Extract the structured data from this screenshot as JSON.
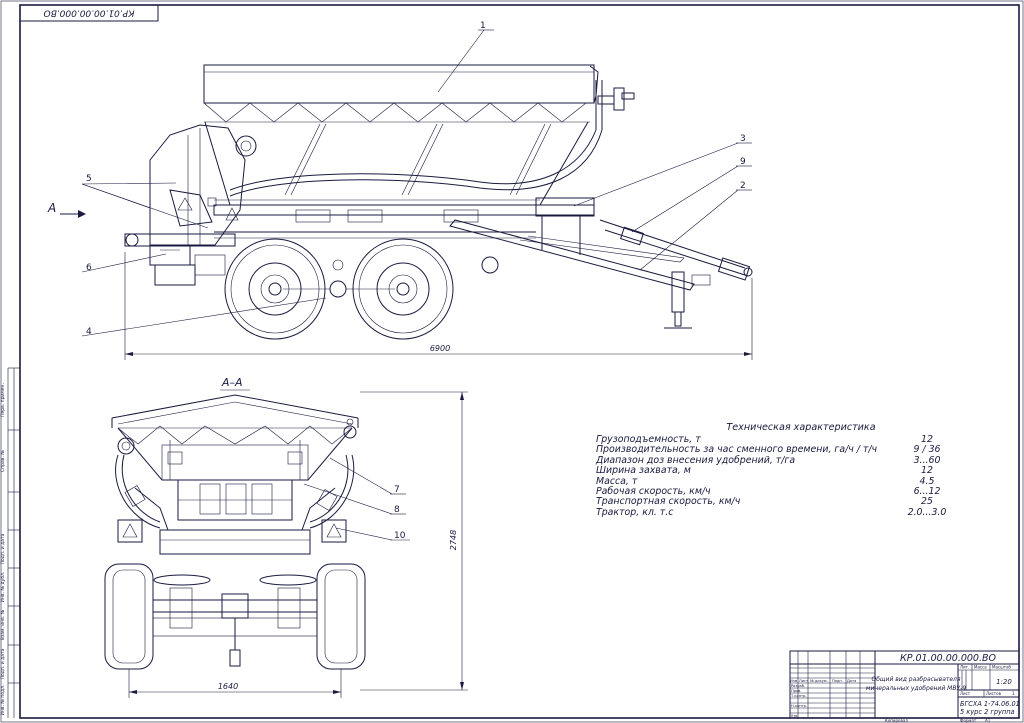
{
  "drawing": {
    "corner_code": "КР.01.00.00.000.ВО",
    "section_arrow_label": "А",
    "section_title": "А–А",
    "leaders": [
      "1",
      "2",
      "3",
      "4",
      "5",
      "6",
      "7",
      "8",
      "9",
      "10"
    ],
    "dimensions": {
      "overall_length": "6900",
      "height": "2748",
      "track": "1640"
    }
  },
  "spec": {
    "title": "Техническая характеристика",
    "rows": [
      {
        "label": "Грузоподъемность, т",
        "value": "12"
      },
      {
        "label": "Производительность за час сменного времени, га/ч / т/ч",
        "value": "9 / 36"
      },
      {
        "label": "Диапазон доз внесения удобрений, т/га",
        "value": "3...60"
      },
      {
        "label": "Ширина захвата, м",
        "value": "12"
      },
      {
        "label": "Масса, т",
        "value": "4.5"
      },
      {
        "label": "Рабочая скорость, км/ч",
        "value": "6...12"
      },
      {
        "label": "Транспортная скорость, км/ч",
        "value": "25"
      },
      {
        "label": "Трактор, кл. т.с",
        "value": "2.0...3.0"
      }
    ]
  },
  "left_margin": {
    "labels": [
      "Перв. примен.",
      "Справ. №",
      "Подп. и дата",
      "Инв. № дубл.",
      "Взам. инв. №",
      "Подп. и дата",
      "Инв. № подл."
    ]
  },
  "title_block": {
    "code": "КР.01.00.00.000.ВО",
    "name_line1": "Общий вид разбрасывателя",
    "name_line2": "минеральных удобрений МВУ-9",
    "col_headers": [
      "Изм",
      "Лист",
      "№ докум.",
      "Подп.",
      "Дата"
    ],
    "roles": [
      "Разраб.",
      "Пров.",
      "Т.контр.",
      "Н.контр.",
      "Утв."
    ],
    "lit_label": "Лит.",
    "mass_label": "Масса",
    "scale_label": "Масштаб",
    "scale_value": "1:20",
    "sheet_label": "Лист",
    "sheets_label": "Листов",
    "sheets_value": "1",
    "org_line1": "БГСХА  1-74.06.01",
    "org_line2": "5 курс  2 группа",
    "copied_label": "Копировал",
    "format_label": "Формат",
    "format_value": "А1"
  }
}
